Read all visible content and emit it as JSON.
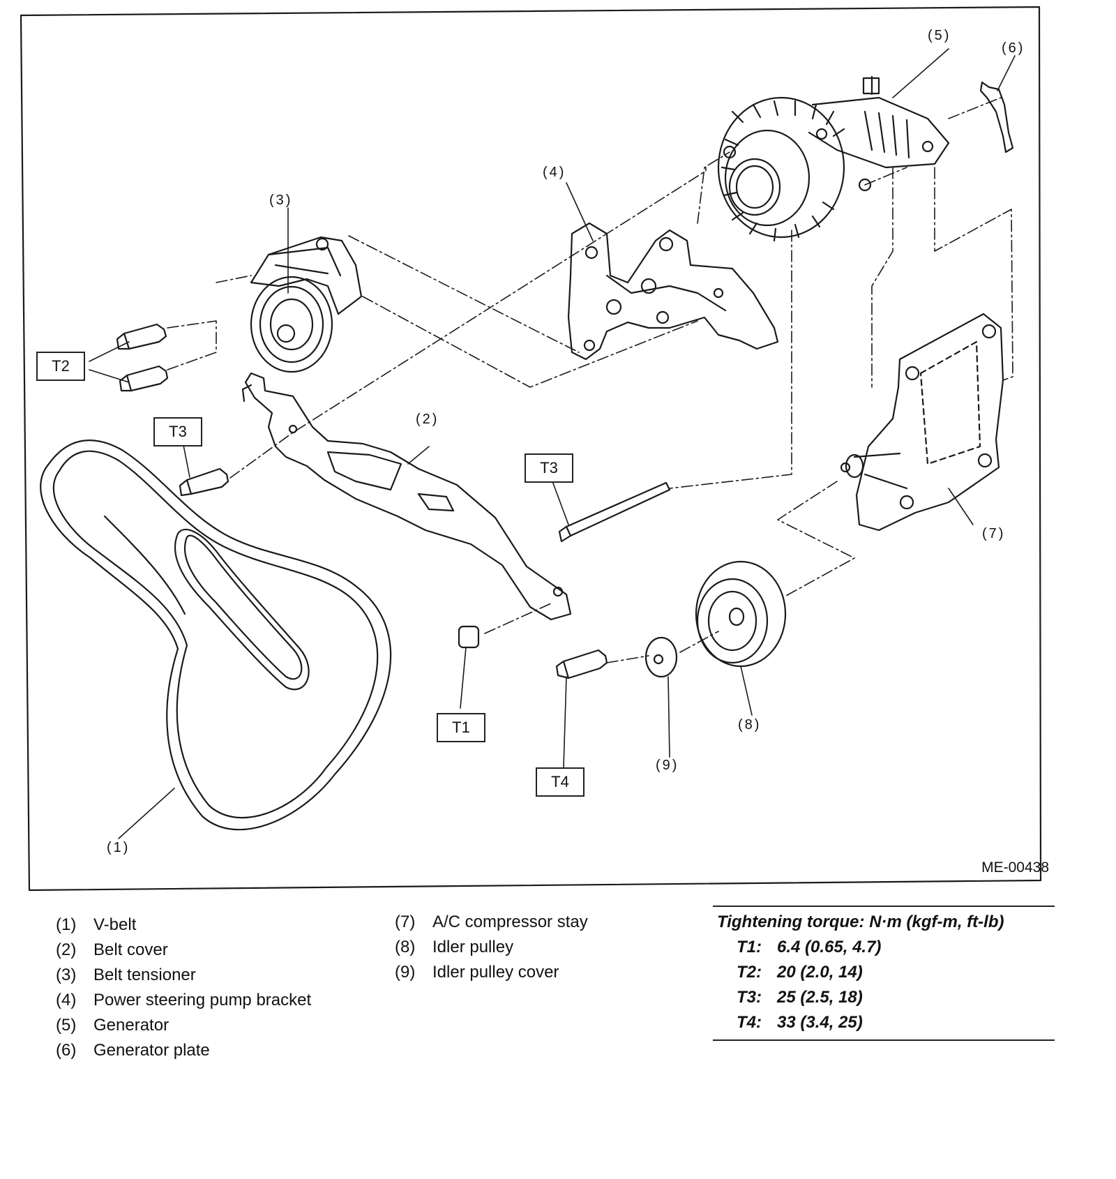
{
  "figure": {
    "code": "ME-00438",
    "callouts": [
      "(1)",
      "(2)",
      "(3)",
      "(4)",
      "(5)",
      "(6)",
      "(7)",
      "(8)",
      "(9)"
    ],
    "torque_tags": [
      "T1",
      "T2",
      "T3",
      "T4"
    ]
  },
  "legend": {
    "left": [
      {
        "num": "(1)",
        "label": "V-belt"
      },
      {
        "num": "(2)",
        "label": "Belt cover"
      },
      {
        "num": "(3)",
        "label": "Belt tensioner"
      },
      {
        "num": "(4)",
        "label": "Power steering pump bracket"
      },
      {
        "num": "(5)",
        "label": "Generator"
      },
      {
        "num": "(6)",
        "label": "Generator plate"
      }
    ],
    "middle": [
      {
        "num": "(7)",
        "label": "A/C compressor stay"
      },
      {
        "num": "(8)",
        "label": "Idler pulley"
      },
      {
        "num": "(9)",
        "label": "Idler pulley cover"
      }
    ]
  },
  "torque": {
    "title": "Tightening torque: N·m (kgf-m, ft-lb)",
    "rows": [
      {
        "key": "T1:",
        "value": "6.4 (0.65, 4.7)"
      },
      {
        "key": "T2:",
        "value": "20 (2.0, 14)"
      },
      {
        "key": "T3:",
        "value": "25 (2.5, 18)"
      },
      {
        "key": "T4:",
        "value": "33 (3.4, 25)"
      }
    ]
  }
}
